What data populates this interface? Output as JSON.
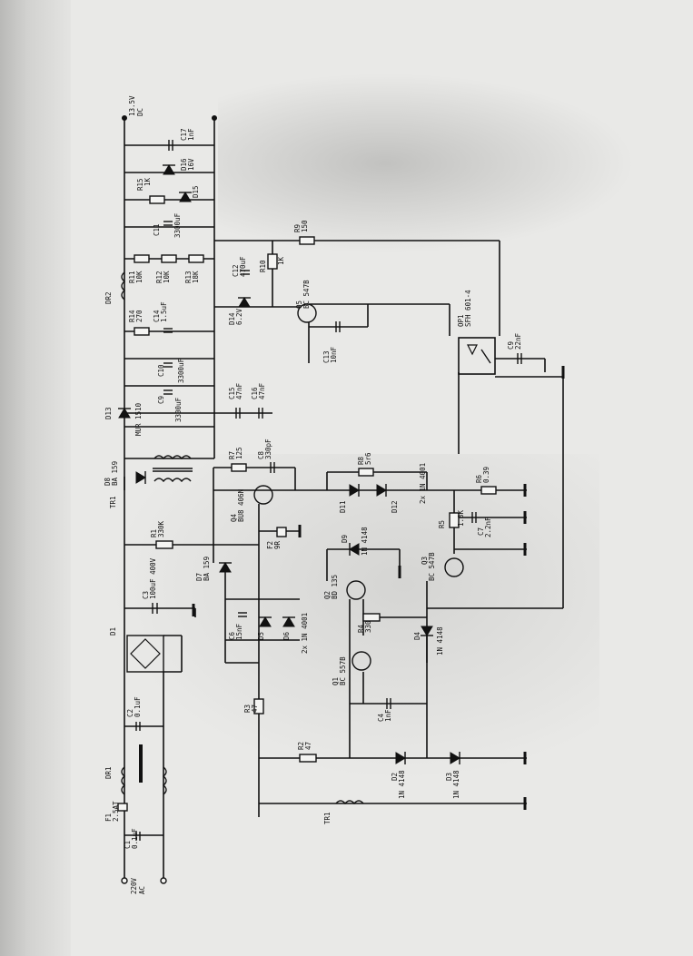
{
  "title": "",
  "top_labels": [
    "13.5V",
    "DC"
  ],
  "input_labels": [
    "220V",
    "AC"
  ],
  "components": [
    {
      "id": "F1",
      "value": "2.5AT"
    },
    {
      "id": "C1",
      "value": "0.1uF"
    },
    {
      "id": "DR1",
      "value": ""
    },
    {
      "id": "C2",
      "value": "0.1uF"
    },
    {
      "id": "D1",
      "value": ""
    },
    {
      "id": "C3",
      "value": "100uF 400V"
    },
    {
      "id": "R1",
      "value": "330K"
    },
    {
      "id": "TR1",
      "value": ""
    },
    {
      "id": "D8",
      "value": "BA 159"
    },
    {
      "id": "R7",
      "value": "125"
    },
    {
      "id": "C8",
      "value": "330pF"
    },
    {
      "id": "Q4",
      "value": "BU8 406N"
    },
    {
      "id": "F2",
      "value": "9R"
    },
    {
      "id": "D7",
      "value": "BA 159"
    },
    {
      "id": "C6",
      "value": "15nF"
    },
    {
      "id": "D5",
      "value": "2x 1N 4001"
    },
    {
      "id": "D6",
      "value": ""
    },
    {
      "id": "R3",
      "value": "47"
    },
    {
      "id": "R2",
      "value": "47"
    },
    {
      "id": "D2",
      "value": "1N 4148"
    },
    {
      "id": "D3",
      "value": "1N 4148"
    },
    {
      "id": "TR1",
      "value": ""
    },
    {
      "id": "Q1",
      "value": "BC 557B"
    },
    {
      "id": "C4",
      "value": "1nF"
    },
    {
      "id": "R4",
      "value": "330"
    },
    {
      "id": "Q2",
      "value": "BD 135"
    },
    {
      "id": "D9",
      "value": "1N 4148"
    },
    {
      "id": "D4",
      "value": "1N 4148"
    },
    {
      "id": "Q3",
      "value": "BC 547B"
    },
    {
      "id": "C7",
      "value": "2.2nF"
    },
    {
      "id": "R5",
      "value": "1.8K"
    },
    {
      "id": "R6",
      "value": "0.39"
    },
    {
      "id": "R8",
      "value": "5r6"
    },
    {
      "id": "D11",
      "value": "2x 1N 4001"
    },
    {
      "id": "D12",
      "value": ""
    },
    {
      "id": "OP1",
      "value": "SFH 601-4"
    },
    {
      "id": "C9",
      "value": "22nF"
    },
    {
      "id": "D13",
      "value": "MUR 1510"
    },
    {
      "id": "C9",
      "value": "3300uF"
    },
    {
      "id": "C10",
      "value": "3300uF"
    },
    {
      "id": "C15",
      "value": "47nF"
    },
    {
      "id": "C16",
      "value": "47nF"
    },
    {
      "id": "DR2",
      "value": ""
    },
    {
      "id": "R14",
      "value": "270"
    },
    {
      "id": "C14",
      "value": "1.5uF"
    },
    {
      "id": "R11",
      "value": "10K"
    },
    {
      "id": "R12",
      "value": "10K"
    },
    {
      "id": "R13",
      "value": "18K"
    },
    {
      "id": "D14",
      "value": "6.2V"
    },
    {
      "id": "C12",
      "value": "470uF"
    },
    {
      "id": "R10",
      "value": "1K"
    },
    {
      "id": "Q5",
      "value": "BC 547B"
    },
    {
      "id": "C13",
      "value": "10nF"
    },
    {
      "id": "R9",
      "value": "150"
    },
    {
      "id": "C11",
      "value": "3300uF"
    },
    {
      "id": "R15",
      "value": "1K"
    },
    {
      "id": "D15",
      "value": ""
    },
    {
      "id": "D16",
      "value": "16V"
    },
    {
      "id": "C17",
      "value": "1nF"
    }
  ]
}
